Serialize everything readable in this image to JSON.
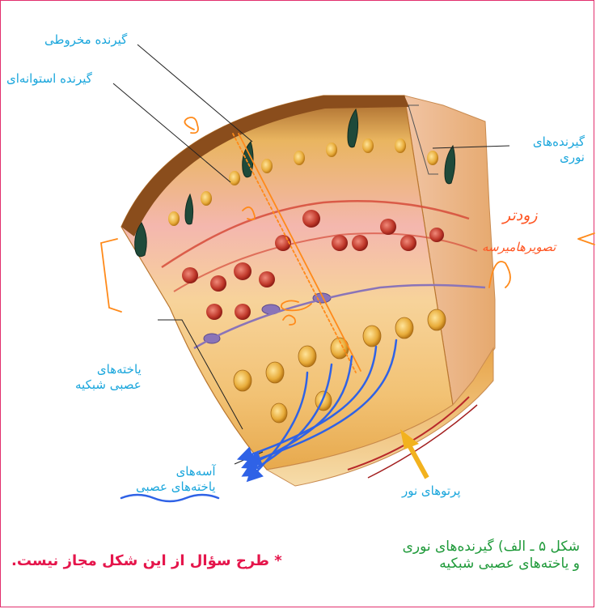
{
  "labels": {
    "cone_receptor": "گیرنده مخروطی",
    "rod_receptor": "گیرنده استوانه‌ای",
    "photoreceptors_line1": "گیرنده‌های",
    "photoreceptors_line2": "نوری",
    "retinal_neurons_line1": "یاخته‌های",
    "retinal_neurons_line2": "عصبی شبکیه",
    "nerve_fibers_line1": "آسه‌های",
    "nerve_fibers_line2": "یاخته‌های عصبی",
    "light_rays": "پرتوهای نور"
  },
  "handwriting": {
    "near_line1": "زودتر",
    "near_line2": "تصویرهامیرسه"
  },
  "caption": {
    "line1": "شکل ۵ ـ الف) گیرنده‌های نوری",
    "line2": "و یاخته‌های عصبی شبکیه"
  },
  "warning": "* طرح سؤال از این شکل مجاز نیست.",
  "colors": {
    "frame": "#e22f6d",
    "label_text": "#1aa6dc",
    "caption_text": "#1f9a3a",
    "warning_text": "#e5154b",
    "annotation_orange": "#ff8a1a",
    "annotation_blue": "#2f62e6",
    "light_arrow": "#f2b21e"
  }
}
